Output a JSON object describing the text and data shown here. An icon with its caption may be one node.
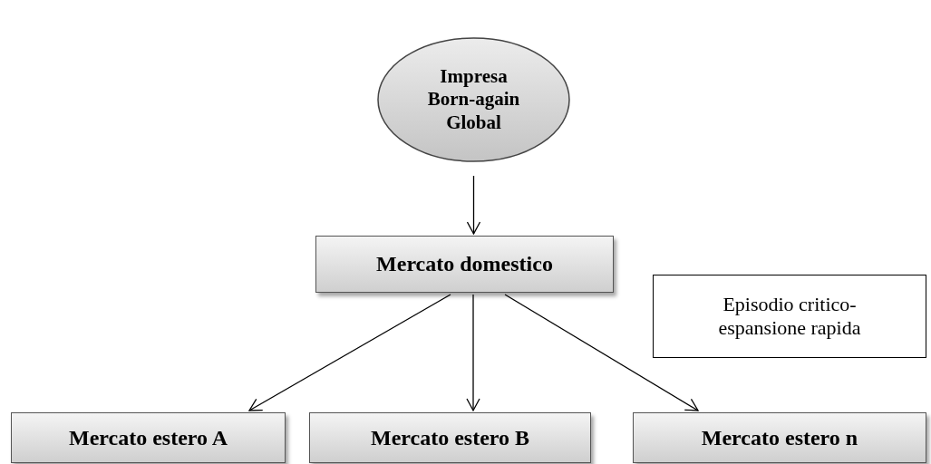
{
  "diagram": {
    "nodes": [
      {
        "text": [
          "Impresa Born-again Global"
        ]
      },
      {
        "text": [
          "Mercato domestico"
        ]
      },
      {
        "text": [
          "Episodio critico-espansione rapida"
        ]
      },
      {
        "text": [
          "Mercato estero A"
        ]
      },
      {
        "text": [
          "Mercato estero B"
        ]
      },
      {
        "text": [
          "Mercato estero n"
        ]
      }
    ],
    "edges": [
      {
        "from": 0,
        "to": 1,
        "arrow": "to"
      },
      {
        "from": 1,
        "to": 3,
        "arrow": "to"
      },
      {
        "from": 1,
        "to": 4,
        "arrow": "to"
      },
      {
        "from": 1,
        "to": 5,
        "arrow": "to"
      }
    ]
  }
}
